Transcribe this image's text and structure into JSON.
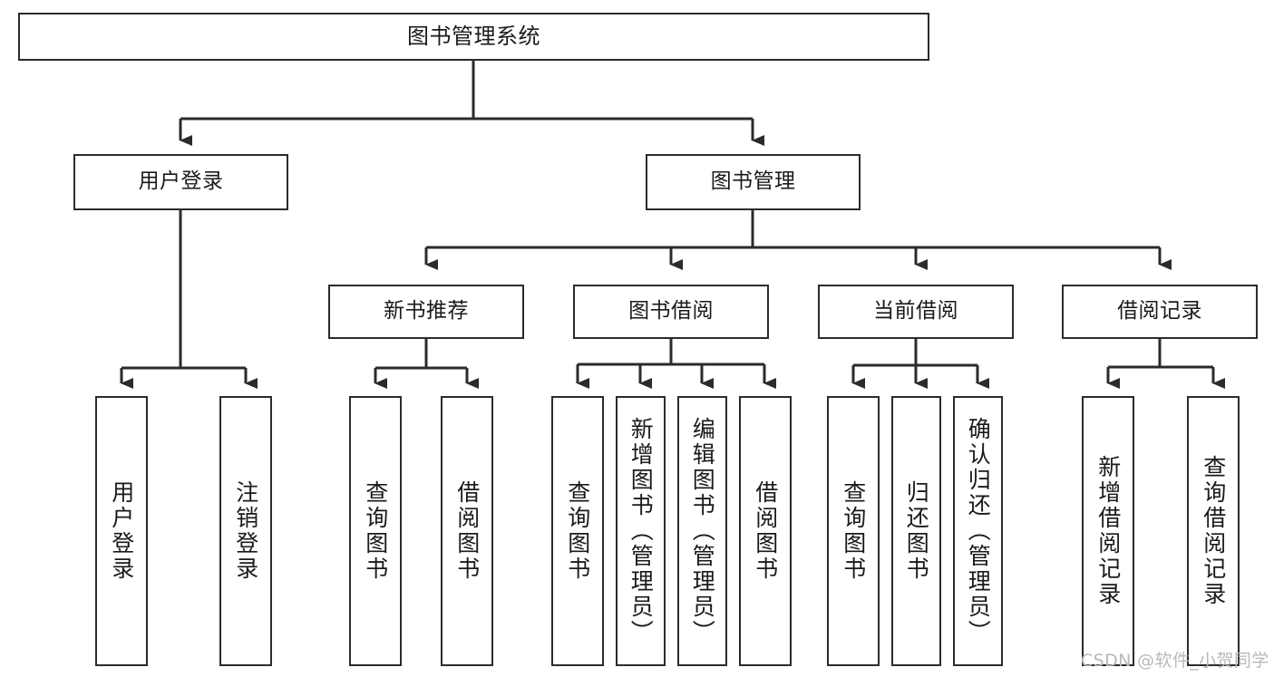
{
  "diagram": {
    "type": "tree-hierarchy",
    "title": "图书管理系统",
    "orientation": "top-down",
    "levels": 4,
    "root": {
      "id": "root",
      "label": "图书管理系统",
      "text_orientation": "horizontal"
    },
    "level2": [
      {
        "id": "user-login",
        "label": "用户登录",
        "text_orientation": "horizontal"
      },
      {
        "id": "book-management",
        "label": "图书管理",
        "text_orientation": "horizontal"
      }
    ],
    "level3": [
      {
        "id": "new-book-recommend",
        "label": "新书推荐",
        "parent": "book-management",
        "text_orientation": "horizontal"
      },
      {
        "id": "book-borrow",
        "label": "图书借阅",
        "parent": "book-management",
        "text_orientation": "horizontal"
      },
      {
        "id": "current-borrow",
        "label": "当前借阅",
        "parent": "book-management",
        "text_orientation": "horizontal"
      },
      {
        "id": "borrow-record",
        "label": "借阅记录",
        "parent": "book-management",
        "text_orientation": "horizontal"
      }
    ],
    "leaves": [
      {
        "id": "leaf-user-login",
        "label": "用户登录",
        "parent": "user-login",
        "text_orientation": "vertical"
      },
      {
        "id": "leaf-logout-login",
        "label": "注销登录",
        "parent": "user-login",
        "text_orientation": "vertical"
      },
      {
        "id": "leaf-query-book-1",
        "label": "查询图书",
        "parent": "new-book-recommend",
        "text_orientation": "vertical"
      },
      {
        "id": "leaf-borrow-book-1",
        "label": "借阅图书",
        "parent": "new-book-recommend",
        "text_orientation": "vertical"
      },
      {
        "id": "leaf-query-book-2",
        "label": "查询图书",
        "parent": "book-borrow",
        "text_orientation": "vertical"
      },
      {
        "id": "leaf-add-book",
        "label": "新增图书（管理员）",
        "parent": "book-borrow",
        "text_orientation": "vertical"
      },
      {
        "id": "leaf-edit-book",
        "label": "编辑图书（管理员）",
        "parent": "book-borrow",
        "text_orientation": "vertical"
      },
      {
        "id": "leaf-borrow-book-2",
        "label": "借阅图书",
        "parent": "book-borrow",
        "text_orientation": "vertical"
      },
      {
        "id": "leaf-query-book-3",
        "label": "查询图书",
        "parent": "current-borrow",
        "text_orientation": "vertical"
      },
      {
        "id": "leaf-return-book",
        "label": "归还图书",
        "parent": "current-borrow",
        "text_orientation": "vertical"
      },
      {
        "id": "leaf-confirm-return",
        "label": "确认归还（管理员）",
        "parent": "current-borrow",
        "text_orientation": "vertical"
      },
      {
        "id": "leaf-add-record",
        "label": "新增借阅记录",
        "parent": "borrow-record",
        "text_orientation": "vertical"
      },
      {
        "id": "leaf-query-record",
        "label": "查询借阅记录",
        "parent": "borrow-record",
        "text_orientation": "vertical"
      }
    ],
    "colors": {
      "border": "#2b2b2b",
      "background": "#ffffff",
      "text": "#1a1a1a",
      "connector": "#2b2b2b",
      "watermark": "#b9b9b9"
    }
  },
  "watermark": {
    "text": "CSDN @软件_小贺同学"
  }
}
